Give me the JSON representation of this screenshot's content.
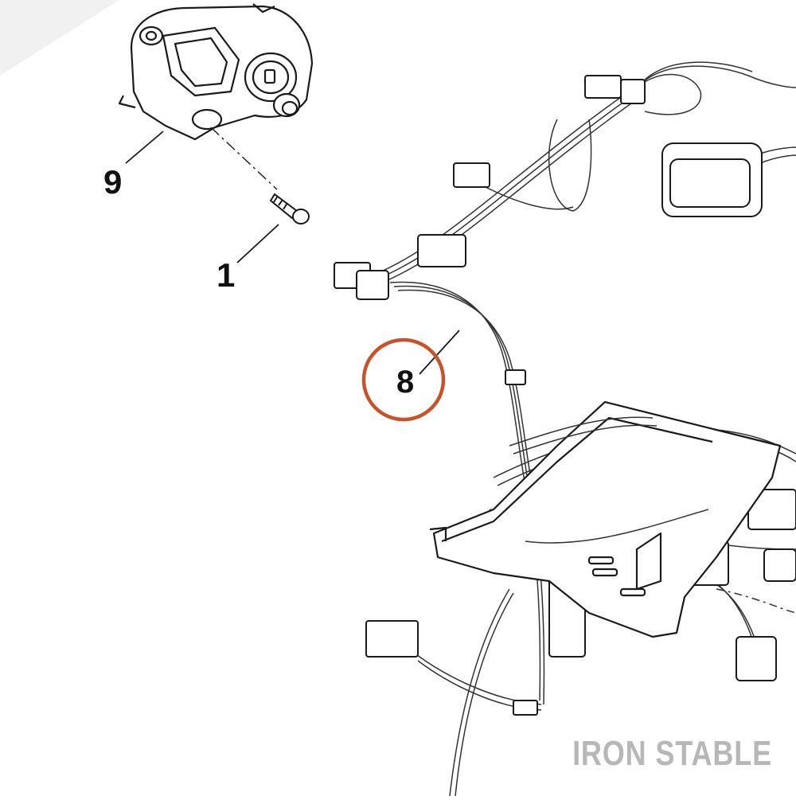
{
  "callouts": [
    {
      "id": "9",
      "label": "9"
    },
    {
      "id": "1",
      "label": "1"
    },
    {
      "id": "8",
      "label": "8"
    }
  ],
  "highlight": {
    "target": "8",
    "color": "#c8532a"
  },
  "watermark": "IRON STABLE",
  "colors": {
    "line": "#1a1a1a",
    "wire": "#444444",
    "watermark": "#b7b7b7",
    "corner_mark": "#eeeeee"
  }
}
